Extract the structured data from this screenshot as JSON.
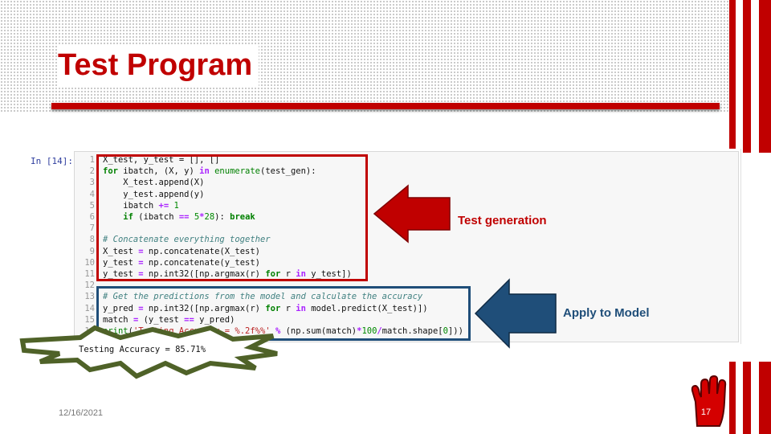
{
  "slide": {
    "title": "Test Program",
    "date": "12/16/2021",
    "page_number": "17"
  },
  "notebook": {
    "prompt": "In [14]:",
    "line_numbers": [
      "1",
      "2",
      "3",
      "4",
      "5",
      "6",
      "7",
      "8",
      "9",
      "10",
      "11",
      "12",
      "13",
      "14",
      "15",
      "16"
    ],
    "output": "Testing Accuracy = 85.71%"
  },
  "annotations": {
    "test_generation": "Test generation",
    "apply_to_model": "Apply to Model"
  },
  "colors": {
    "accent_red": "#c00000",
    "accent_blue": "#1f4e79",
    "burst_green": "#4f6228"
  },
  "icons": [
    "hand-stop-icon",
    "arrow-left-red-icon",
    "arrow-left-blue-icon",
    "explosion-burst-icon"
  ]
}
